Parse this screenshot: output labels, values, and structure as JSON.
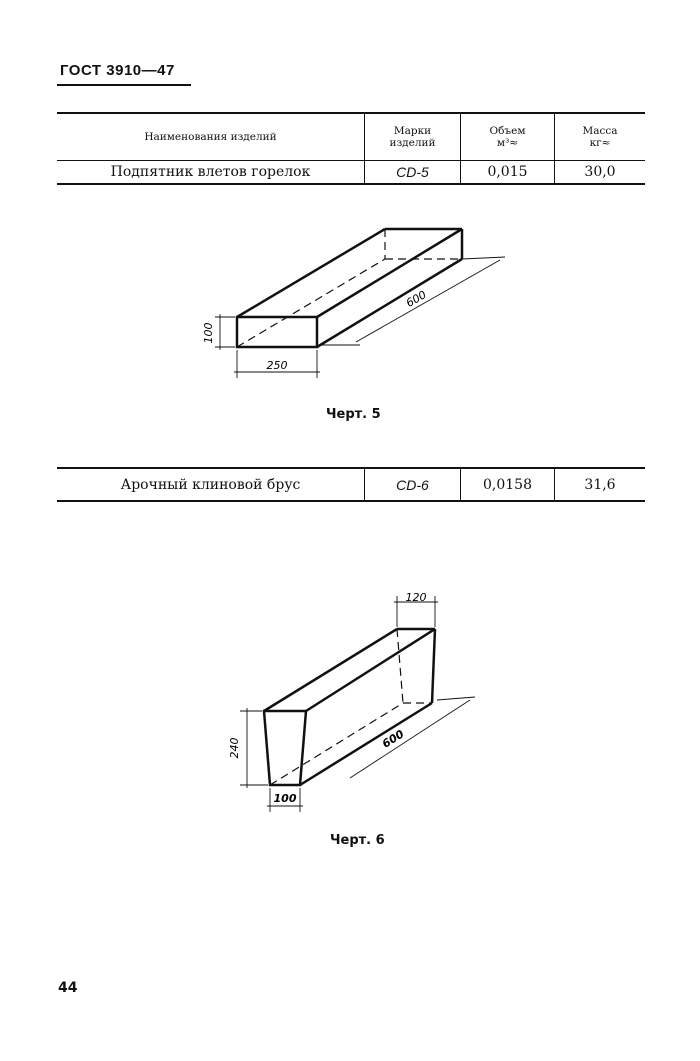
{
  "header": {
    "title": "ГОСТ 3910—47"
  },
  "table1": {
    "columns": {
      "name_l1": "Наименования изделий",
      "mark_l1": "Марки",
      "mark_l2": "изделий",
      "volume_l1": "Объем",
      "volume_l2": "м³≈",
      "mass_l1": "Масса",
      "mass_l2": "кг≈"
    },
    "row": {
      "name": "Подпятник влетов горелок",
      "mark": "CD-5",
      "volume": "0,015",
      "mass": "30,0"
    }
  },
  "drawing5": {
    "dim_height": "100",
    "dim_width": "250",
    "dim_length": "600",
    "caption": "Черт. 5"
  },
  "table2": {
    "row": {
      "name": "Арочный клиновой брус",
      "mark": "CD-6",
      "volume": "0,0158",
      "mass": "31,6"
    }
  },
  "drawing6": {
    "dim_top": "120",
    "dim_height": "240",
    "dim_length": "600",
    "dim_bottom": "100",
    "caption": "Черт. 6"
  },
  "footer": {
    "page_number": "44"
  }
}
